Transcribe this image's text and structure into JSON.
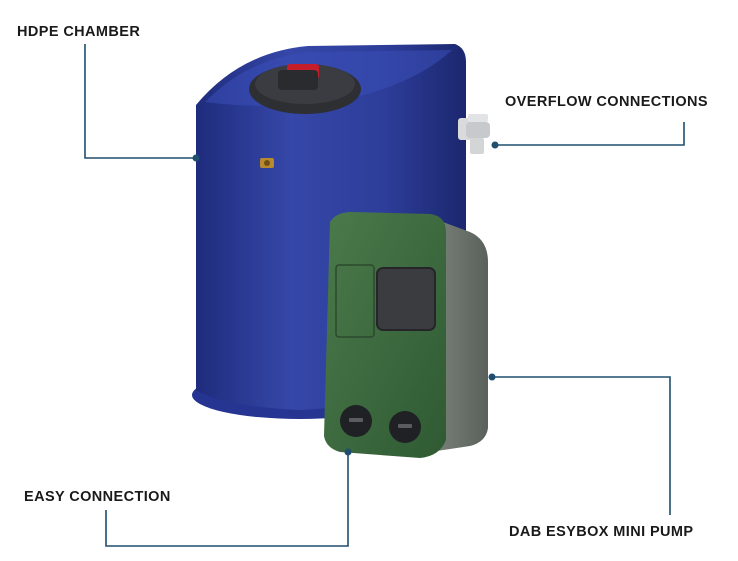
{
  "callouts": {
    "hdpe_chamber": "HDPE CHAMBER",
    "overflow_connections": "OVERFLOW CONNECTIONS",
    "easy_connection": "EASY CONNECTION",
    "dab_esybox_mini_pump": "DAB ESYBOX MINI PUMP"
  },
  "colors": {
    "tank_blue": "#2b3a9a",
    "pump_green": "#3d6b3f",
    "pump_grey": "#6f7670",
    "callout_line": "#1f4e6e",
    "label_text": "#1a1a1a"
  }
}
